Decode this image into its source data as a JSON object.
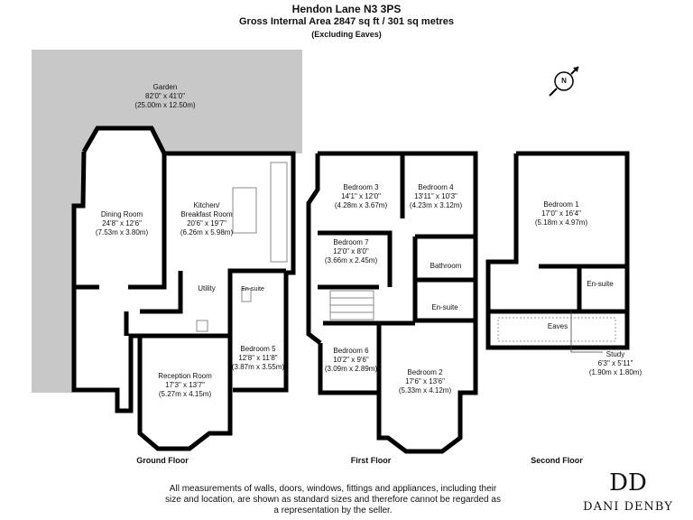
{
  "header": {
    "address": "Hendon Lane N3 3PS",
    "area": "Gross Internal Area 2847 sq ft / 301 sq metres",
    "note": "(Excluding Eaves)"
  },
  "rooms": {
    "garden": {
      "name": "Garden",
      "imperial": "82'0\" x 41'0\"",
      "metric": "(25.00m x 12.50m)"
    },
    "dining": {
      "name": "Dining Room",
      "imperial": "24'8\" x 12'6\"",
      "metric": "(7.53m x 3.80m)"
    },
    "kitchen": {
      "name": "Kitchen/",
      "name2": "Breakfast Room",
      "imperial": "20'6\" x 19'7\"",
      "metric": "(6.26m x 5.98m)"
    },
    "utility": {
      "name": "Utility"
    },
    "ensuite_ground": {
      "name": "En-suite"
    },
    "reception": {
      "name": "Reception Room",
      "imperial": "17'3\" x 13'7\"",
      "metric": "(5.27m x 4.15m)"
    },
    "bedroom5": {
      "name": "Bedroom 5",
      "imperial": "12'8\" x 11'8\"",
      "metric": "(3.87m x 3.55m)"
    },
    "bedroom3": {
      "name": "Bedroom 3",
      "imperial": "14'1\" x 12'0\"",
      "metric": "(4.28m x 3.67m)"
    },
    "bedroom4": {
      "name": "Bedroom 4",
      "imperial": "13'11\" x 10'3\"",
      "metric": "(4.23m x 3.12m)"
    },
    "bedroom7": {
      "name": "Bedroom 7",
      "imperial": "12'0\" x 8'0\"",
      "metric": "(3.66m x 2.45m)"
    },
    "bathroom": {
      "name": "Bathroom"
    },
    "ensuite_first": {
      "name": "En-suite"
    },
    "bedroom6": {
      "name": "Bedroom 6",
      "imperial": "10'2\" x 9'6\"",
      "metric": "(3.09m x 2.89m)"
    },
    "bedroom2": {
      "name": "Bedroom 2",
      "imperial": "17'6\" x 13'6\"",
      "metric": "(5.33m x 4.12m)"
    },
    "bedroom1": {
      "name": "Bedroom 1",
      "imperial": "17'0\" x 16'4\"",
      "metric": "(5.18m x 4.97m)"
    },
    "ensuite_second": {
      "name": "En-suite"
    },
    "eaves": {
      "name": "Eaves"
    },
    "study": {
      "name": "Study",
      "imperial": "6'3\" x 5'11\"",
      "metric": "(1.90m x 1.80m)"
    }
  },
  "floors": {
    "ground": "Ground Floor",
    "first": "First Floor",
    "second": "Second Floor"
  },
  "compass": {
    "label": "N"
  },
  "disclaimer": "All measurements of walls, doors, windows, fittings and appliances, including their size and location, are shown as standard sizes and therefore cannot be regarded as a representation by the seller.",
  "brand": {
    "monogram": "DD",
    "name": "DANI DENBY"
  },
  "colors": {
    "garden": "#c8c8c8",
    "wall": "#000000"
  }
}
